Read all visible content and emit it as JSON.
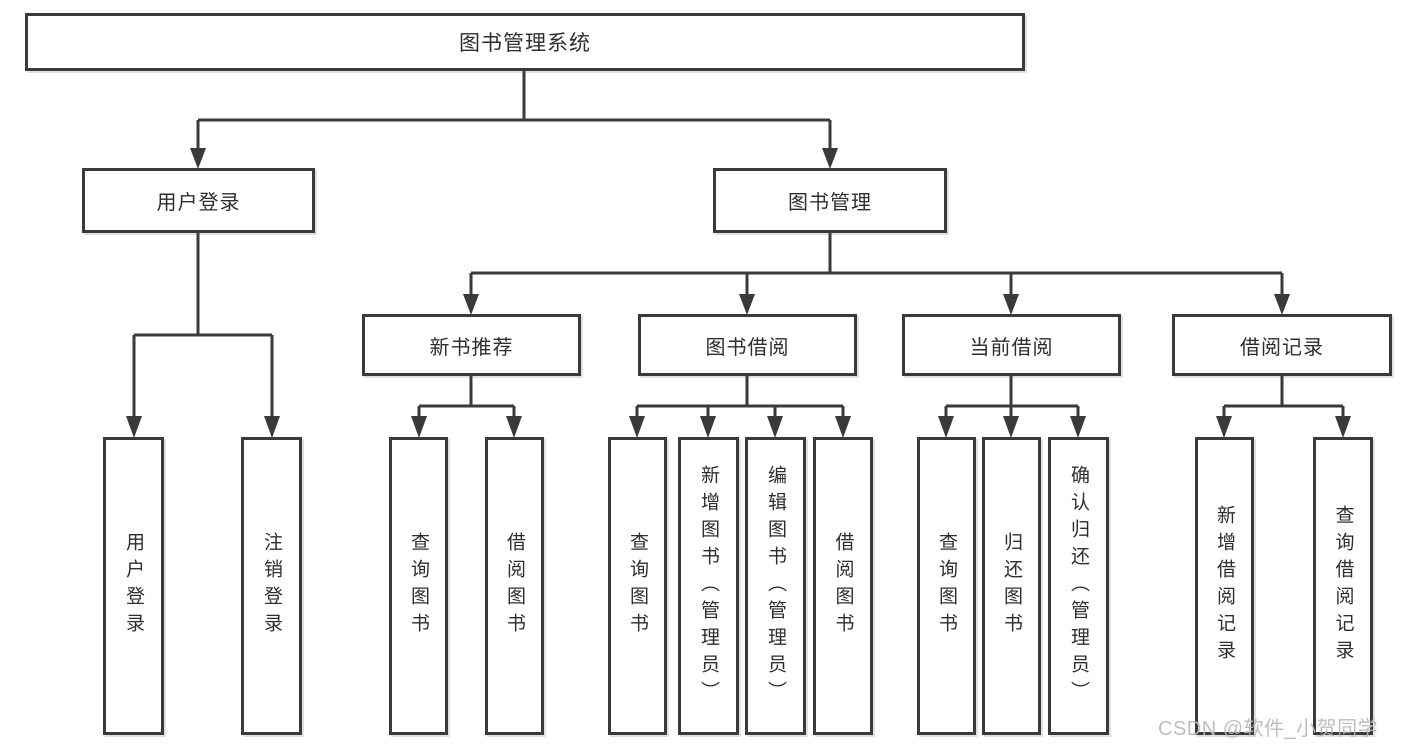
{
  "tree": {
    "root": {
      "label": "图书管理系统"
    },
    "children": [
      {
        "label": "用户登录",
        "children": [
          {
            "label": "用户登录"
          },
          {
            "label": "注销登录"
          }
        ]
      },
      {
        "label": "图书管理",
        "children": [
          {
            "label": "新书推荐",
            "children": [
              {
                "label": "查询图书"
              },
              {
                "label": "借阅图书"
              }
            ]
          },
          {
            "label": "图书借阅",
            "children": [
              {
                "label": "查询图书"
              },
              {
                "label": "新增图书（管理员）"
              },
              {
                "label": "编辑图书（管理员）"
              },
              {
                "label": "借阅图书"
              }
            ]
          },
          {
            "label": "当前借阅",
            "children": [
              {
                "label": "查询图书"
              },
              {
                "label": "归还图书"
              },
              {
                "label": "确认归还（管理员）"
              }
            ]
          },
          {
            "label": "借阅记录",
            "children": [
              {
                "label": "新增借阅记录"
              },
              {
                "label": "查询借阅记录"
              }
            ]
          }
        ]
      }
    ]
  },
  "watermark": {
    "text": "CSDN @软件_小贺同学"
  },
  "colors": {
    "line": "#3a3a3a",
    "box_border": "#3a3a3a",
    "box_fill": "#ffffff",
    "text": "#2e2e2e",
    "background": "#ffffff",
    "watermark": "#b9b9b9"
  }
}
